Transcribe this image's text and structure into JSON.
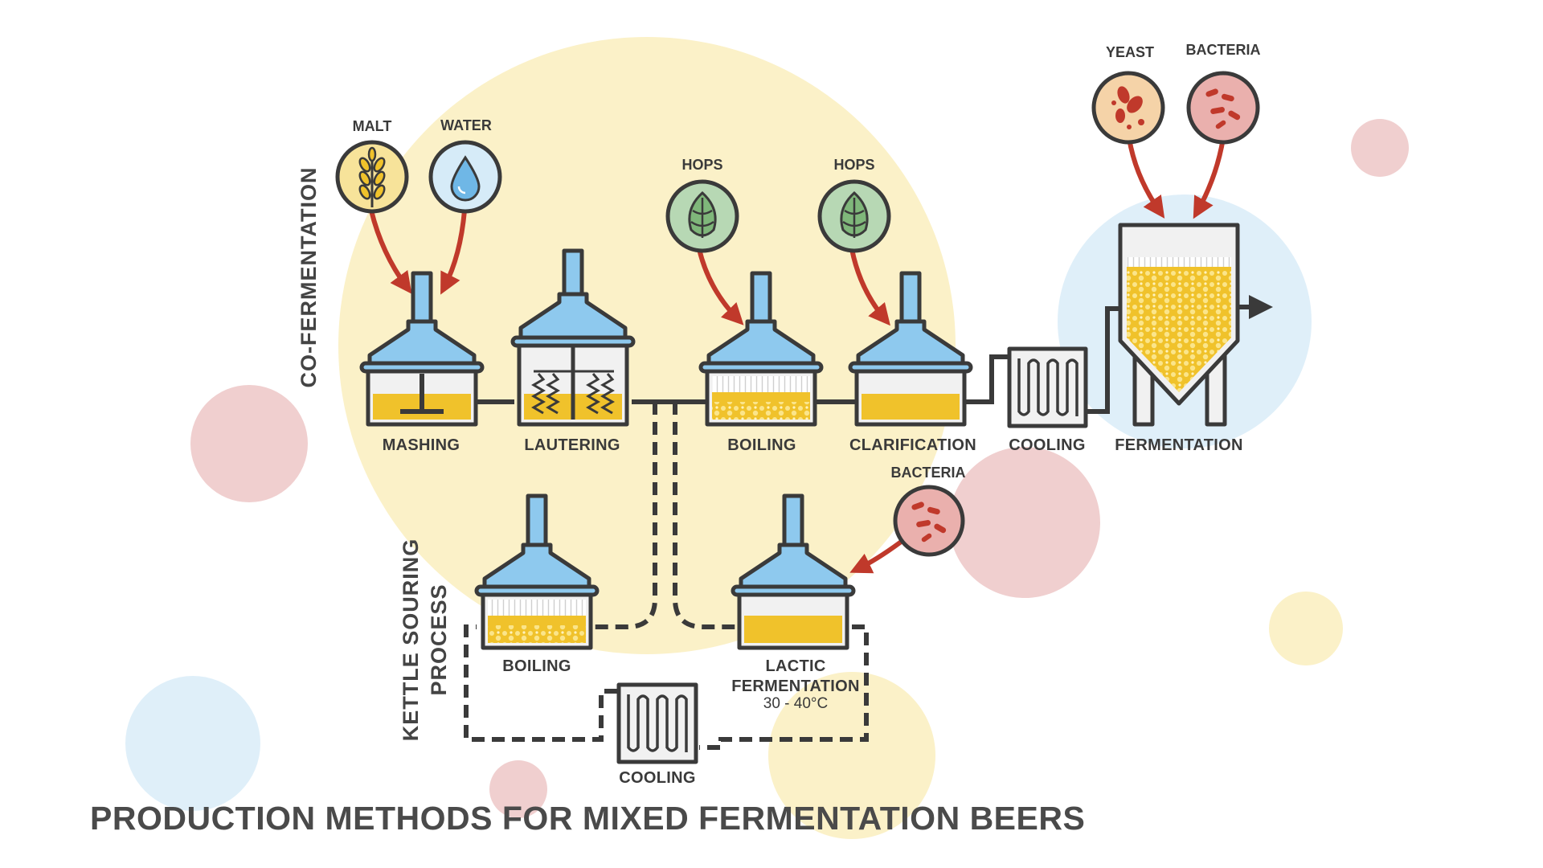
{
  "title": "PRODUCTION METHODS FOR MIXED FERMENTATION BEERS",
  "side_labels": {
    "co_fermentation": "CO-FERMENTATION",
    "kettle_souring_1": "KETTLE SOURING",
    "kettle_souring_2": "PROCESS"
  },
  "ingredients": {
    "malt": "MALT",
    "water": "WATER",
    "hops_1": "HOPS",
    "hops_2": "HOPS",
    "yeast": "YEAST",
    "bacteria_top": "BACTERIA",
    "bacteria_lactic": "BACTERIA"
  },
  "steps": {
    "mashing": "MASHING",
    "lautering": "LAUTERING",
    "boiling": "BOILING",
    "clarification": "CLARIFICATION",
    "cooling": "COOLING",
    "fermentation": "FERMENTATION",
    "souring_boiling": "BOILING",
    "lactic_1": "LACTIC",
    "lactic_2": "FERMENTATION",
    "lactic_temp": "30 - 40°C",
    "souring_cooling": "COOLING"
  },
  "colors": {
    "vessel_top": "#8ec9ee",
    "liquid": "#f0c22b",
    "outline": "#3a3a3a",
    "arrow": "#c0392b",
    "background_circle_yellow": "#fbf1c8",
    "background_circle_blue": "#dfeff9",
    "background_circle_pink": "#f0cfcf",
    "malt_circle": "#f7e39a",
    "water_circle": "#d6ebf8",
    "hops_circle": "#b7d8b4",
    "yeast_circle": "#f5d3a8",
    "bacteria_circle": "#eab0ad"
  }
}
